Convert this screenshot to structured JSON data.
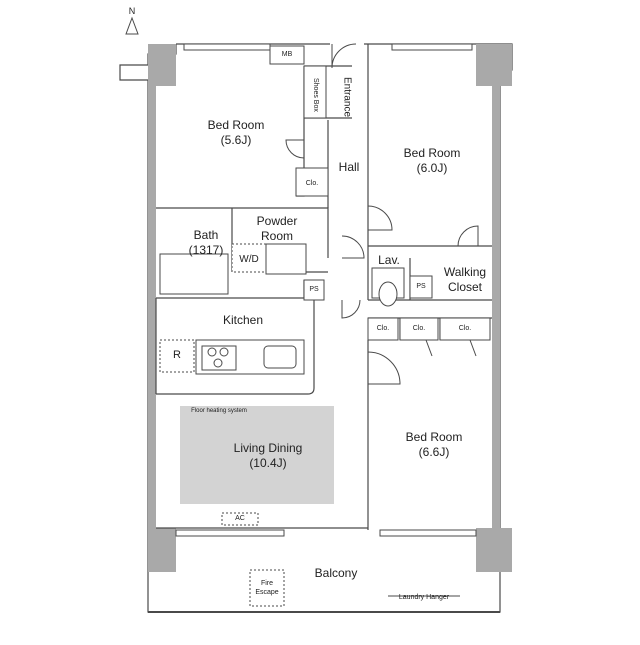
{
  "north_marker": "N",
  "rooms": {
    "bed1": {
      "name": "Bed Room",
      "size": "(5.6J)"
    },
    "bed2": {
      "name": "Bed Room",
      "size": "(6.0J)"
    },
    "bed3": {
      "name": "Bed Room",
      "size": "(6.6J)"
    },
    "bath": {
      "name": "Bath",
      "size": "(1317)"
    },
    "powder": {
      "line1": "Powder",
      "line2": "Room"
    },
    "hall": "Hall",
    "entrance": "Entrance",
    "kitchen": "Kitchen",
    "living": {
      "name": "Living Dining",
      "size": "(10.4J)"
    },
    "lav": "Lav.",
    "walking_closet": {
      "line1": "Walking",
      "line2": "Closet"
    },
    "balcony": "Balcony"
  },
  "fixtures": {
    "mb": "MB",
    "shoes_box": "Shoes Box",
    "clo": "Clo.",
    "wd": "W/D",
    "ps": "PS",
    "refrigerator": "R",
    "ac": "AC",
    "floor_heating": "Floor heating system",
    "fire_escape": {
      "line1": "Fire",
      "line2": "Escape"
    },
    "laundry_hanger": "Laundry Hanger"
  },
  "colors": {
    "wall": "#a9a9a9",
    "line": "#4a4a4a",
    "floor_heating_area": "#d3d3d3"
  }
}
